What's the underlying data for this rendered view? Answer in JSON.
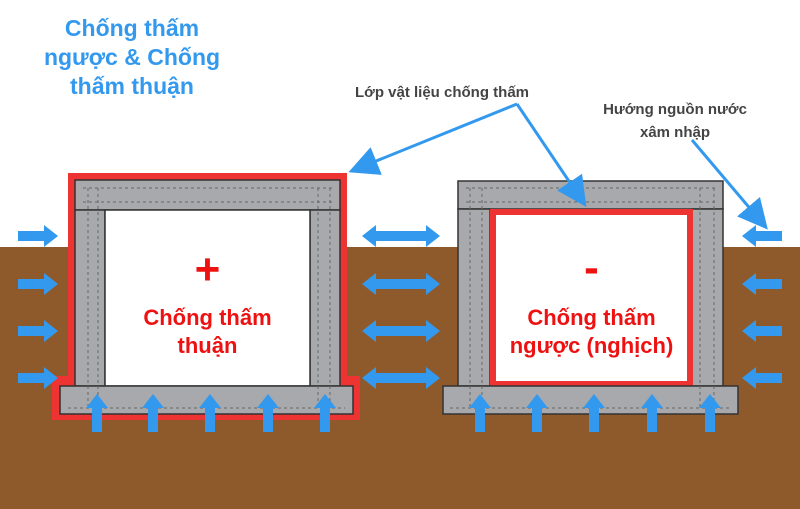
{
  "title": {
    "line1": "Chống thấm",
    "line2": "ngược & Chống",
    "line3": "thấm thuận"
  },
  "callouts": {
    "material_layer": "Lớp vật liệu chống thấm",
    "water_direction_line1": "Hướng nguồn nước",
    "water_direction_line2": "xâm nhập"
  },
  "left_structure": {
    "sign": "+",
    "label_line1": "Chống thấm",
    "label_line2": "thuận"
  },
  "right_structure": {
    "sign": "-",
    "label_line1": "Chống thấm",
    "label_line2": "ngược (nghịch)"
  },
  "colors": {
    "soil": "#8f5a2b",
    "concrete": "#a7a9ac",
    "membrane": "#ee3333",
    "arrow": "#3399ee",
    "label_red": "#ee1111"
  }
}
